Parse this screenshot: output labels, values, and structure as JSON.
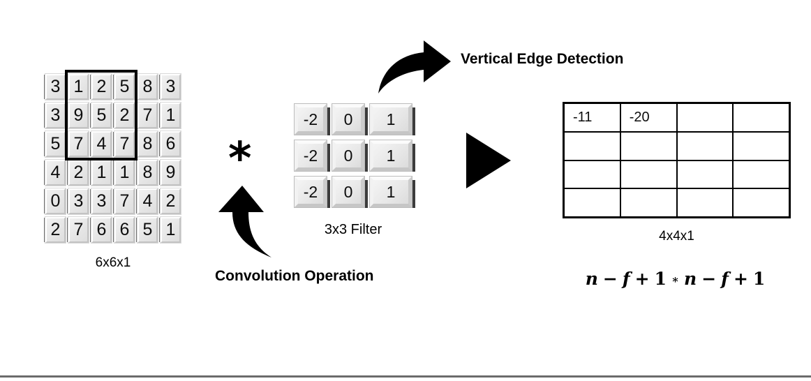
{
  "input_grid": {
    "label": "6x6x1",
    "values": [
      [
        3,
        1,
        2,
        5,
        8,
        3
      ],
      [
        3,
        9,
        5,
        2,
        7,
        1
      ],
      [
        5,
        7,
        4,
        7,
        8,
        6
      ],
      [
        4,
        2,
        1,
        1,
        8,
        9
      ],
      [
        0,
        3,
        3,
        7,
        4,
        2
      ],
      [
        2,
        7,
        6,
        6,
        5,
        1
      ]
    ],
    "highlighted_region": {
      "rows": "1-3",
      "cols": "2-4",
      "values": [
        [
          1,
          2,
          5
        ],
        [
          9,
          5,
          2
        ],
        [
          7,
          4,
          7
        ]
      ]
    }
  },
  "operator": {
    "symbol": "*"
  },
  "filter_grid": {
    "label": "3x3 Filter",
    "values": [
      [
        -2,
        0,
        1
      ],
      [
        -2,
        0,
        1
      ],
      [
        -2,
        0,
        1
      ]
    ]
  },
  "output_grid": {
    "label": "4x4x1",
    "values": [
      [
        "-11",
        "-20",
        "",
        ""
      ],
      [
        "",
        "",
        "",
        ""
      ],
      [
        "",
        "",
        "",
        ""
      ],
      [
        "",
        "",
        "",
        ""
      ]
    ]
  },
  "annotations": {
    "vertical_edge": "Vertical Edge Detection",
    "convolution": "Convolution Operation"
  },
  "formula": {
    "parts": [
      "n",
      "−",
      "f",
      "+",
      "1",
      "∗",
      "n",
      "−",
      "f",
      "+",
      "1"
    ]
  },
  "colors": {
    "keycap_face": "#e7e7e7",
    "keycap_highlight": "#ffffff",
    "keycap_shadow": "#3c3c3c",
    "ink": "#000000",
    "footer_line": "#6b6b6b"
  }
}
